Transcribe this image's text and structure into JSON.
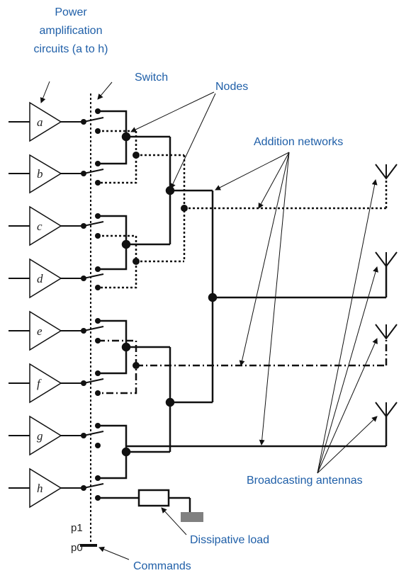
{
  "labels": {
    "power_title": [
      "Power",
      "amplification",
      "circuits (a to h)"
    ],
    "switch": "Switch",
    "nodes": "Nodes",
    "addition_networks": "Addition networks",
    "broadcasting_antennas": "Broadcasting antennas",
    "dissipative_load": "Dissipative load",
    "commands": "Commands",
    "p1": "p1",
    "p0": "p0"
  },
  "amplifiers": [
    "a",
    "b",
    "c",
    "d",
    "e",
    "f",
    "g",
    "h"
  ],
  "colors": {
    "label_blue": "#1f5fa8",
    "line": "#111111",
    "load_ground": "#808080"
  }
}
